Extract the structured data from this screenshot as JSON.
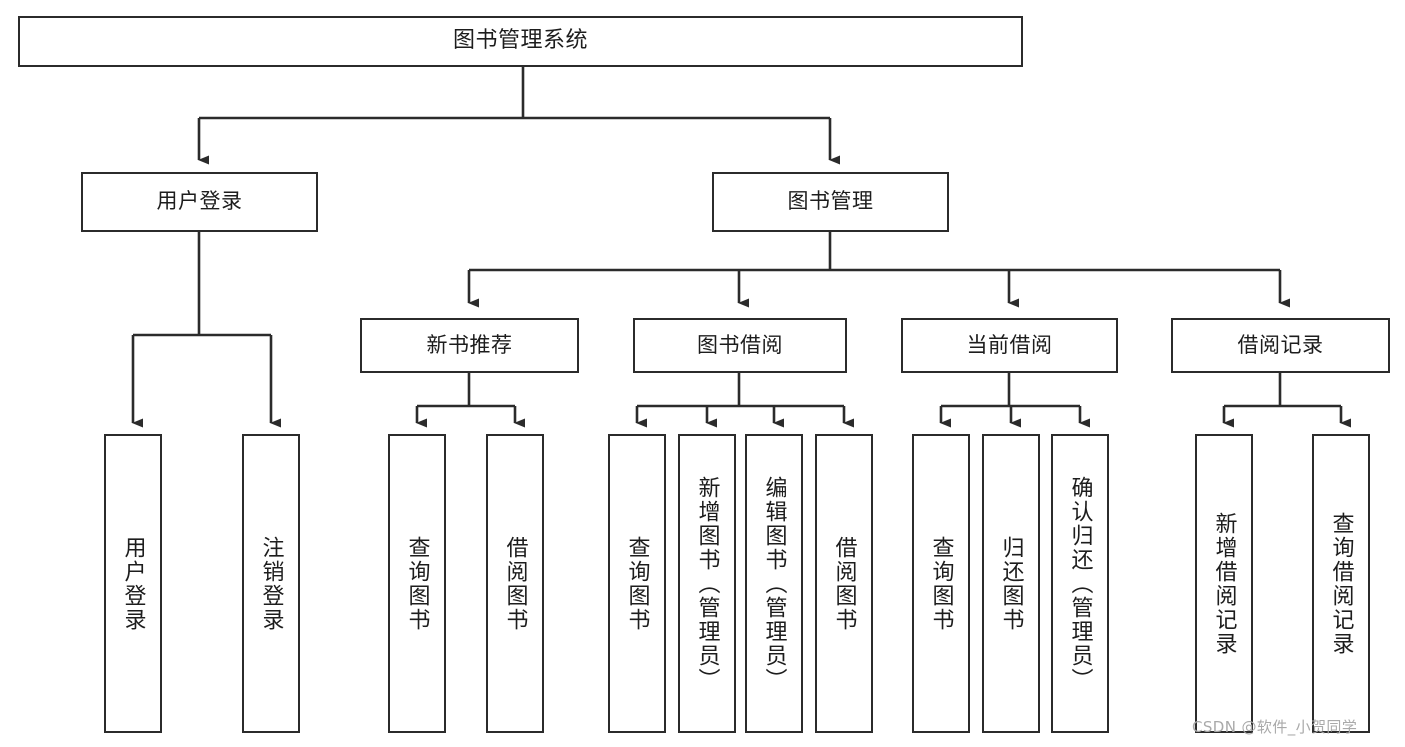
{
  "diagram": {
    "title": "图书管理系统",
    "type": "tree-hierarchy",
    "watermark": "CSDN @软件_小贺同学",
    "colors": {
      "box_border": "#2b2b2b",
      "box_fill": "#ffffff",
      "connector": "#2b2b2b",
      "text": "#1d1d1d",
      "watermark": "#a9a9a9",
      "background": "#ffffff"
    },
    "levels": {
      "root": {
        "label": "图书管理系统"
      },
      "level1": [
        {
          "label": "用户登录"
        },
        {
          "label": "图书管理"
        }
      ],
      "level2": [
        {
          "label": "新书推荐"
        },
        {
          "label": "图书借阅"
        },
        {
          "label": "当前借阅"
        },
        {
          "label": "借阅记录"
        }
      ],
      "leaves": {
        "user_login": [
          {
            "label": "用户登录"
          },
          {
            "label": "注销登录"
          }
        ],
        "new_book_recommend": [
          {
            "label": "查询图书"
          },
          {
            "label": "借阅图书"
          }
        ],
        "book_borrow": [
          {
            "label": "查询图书"
          },
          {
            "label": "新增图书（管理员）"
          },
          {
            "label": "编辑图书（管理员）"
          },
          {
            "label": "借阅图书"
          }
        ],
        "current_borrow": [
          {
            "label": "查询图书"
          },
          {
            "label": "归还图书"
          },
          {
            "label": "确认归还（管理员）"
          }
        ],
        "borrow_record": [
          {
            "label": "新增借阅记录"
          },
          {
            "label": "查询借阅记录"
          }
        ]
      }
    }
  }
}
